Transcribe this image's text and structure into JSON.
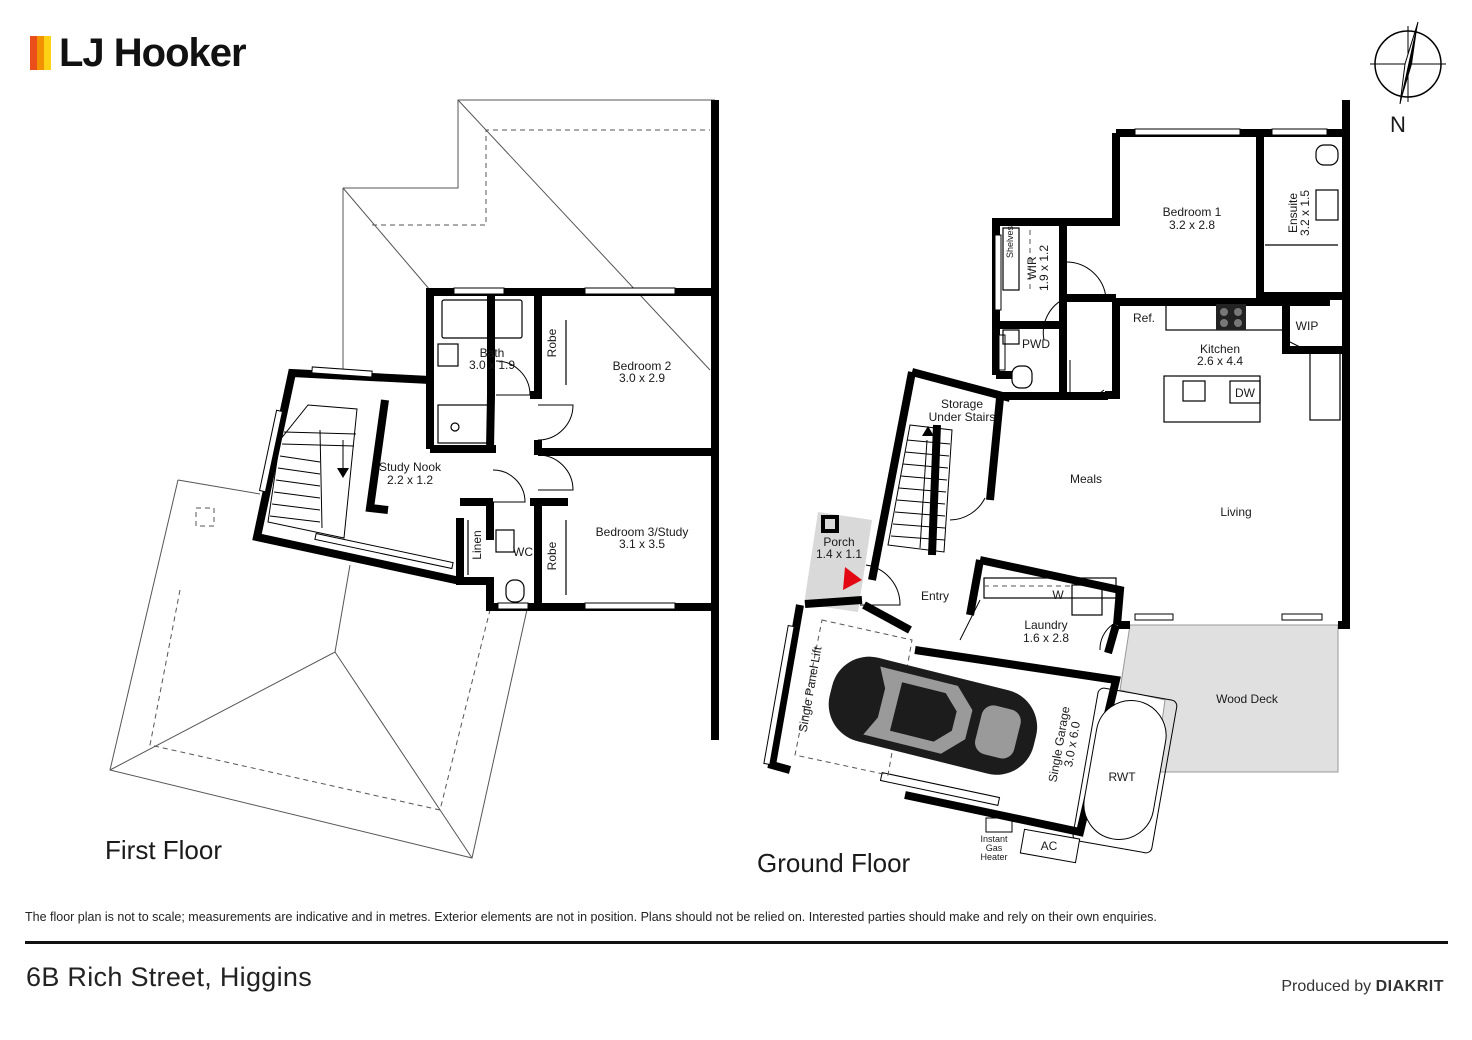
{
  "brand": {
    "name": "LJ Hooker",
    "bar_colors": [
      "#e94e1b",
      "#f39200",
      "#fcd116"
    ]
  },
  "compass": {
    "label": "N"
  },
  "floors": {
    "first": {
      "label": "First Floor"
    },
    "ground": {
      "label": "Ground Floor"
    }
  },
  "rooms_first": {
    "bath": {
      "name": "Bath",
      "dims": "3.0 x 1.9"
    },
    "robe_top": {
      "name": "Robe"
    },
    "bedroom2": {
      "name": "Bedroom 2",
      "dims": "3.0 x 2.9"
    },
    "study_nook": {
      "name": "Study Nook",
      "dims": "2.2 x 1.2"
    },
    "linen": {
      "name": "Linen"
    },
    "wc": {
      "name": "WC"
    },
    "robe_bottom": {
      "name": "Robe"
    },
    "bedroom3": {
      "name": "Bedroom 3/Study",
      "dims": "3.1 x 3.5"
    }
  },
  "rooms_ground": {
    "bedroom1": {
      "name": "Bedroom 1",
      "dims": "3.2 x 2.8"
    },
    "ensuite": {
      "name": "Ensuite",
      "dims": "3.2 x 1.5"
    },
    "wir": {
      "name": "WIR",
      "dims": "1.9 x 1.2"
    },
    "shelves": {
      "name": "Shelves"
    },
    "ref": {
      "name": "Ref."
    },
    "wip": {
      "name": "WIP"
    },
    "pwd": {
      "name": "PWD"
    },
    "kitchen": {
      "name": "Kitchen",
      "dims": "2.6 x 4.4"
    },
    "dw": {
      "name": "DW"
    },
    "storage": {
      "name": "Storage",
      "name2": "Under Stairs"
    },
    "meals": {
      "name": "Meals"
    },
    "living": {
      "name": "Living"
    },
    "porch": {
      "name": "Porch",
      "dims": "1.4 x 1.1"
    },
    "entry": {
      "name": "Entry"
    },
    "w": {
      "name": "W"
    },
    "laundry": {
      "name": "Laundry",
      "dims": "1.6 x 2.8"
    },
    "single_panel_lift": {
      "name": "Single Panel Lift"
    },
    "garage": {
      "name": "Single Garage",
      "dims": "3.0 x 6.0"
    },
    "wood_deck": {
      "name": "Wood Deck"
    },
    "rwt": {
      "name": "RWT"
    },
    "gas_heater": {
      "line1": "Instant",
      "line2": "Gas",
      "line3": "Heater"
    },
    "ac": {
      "name": "AC"
    }
  },
  "footer": {
    "disclaimer": "The floor plan is not to scale; measurements are indicative and in metres. Exterior elements are not in position. Plans should not be relied on. Interested parties should make and rely on their own enquiries.",
    "address": "6B Rich Street, Higgins",
    "produced_by": "Produced by",
    "producer": "DIAKRIT"
  },
  "colors": {
    "wall": "#000000",
    "deck": "#e0e0e0",
    "porch": "#d9d9d9",
    "entry_arrow": "#e30613",
    "car": "#1c1c1c"
  }
}
